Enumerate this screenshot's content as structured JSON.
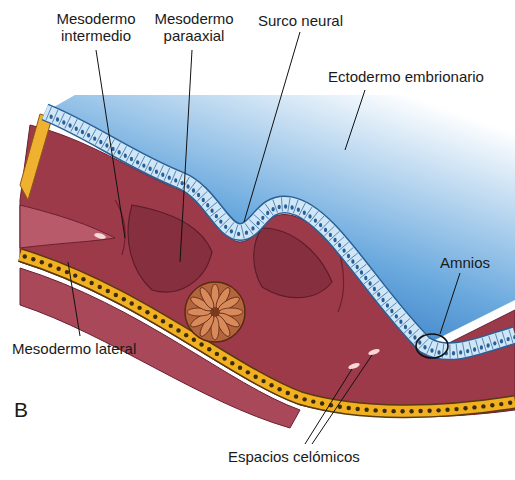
{
  "diagram": {
    "labels": [
      "Mesodermo intermedio",
      "Mesodermo paraaxial",
      "Surco neural",
      "Ectodermo embrionario",
      "Amnios",
      "Mesodermo lateral",
      "B",
      "Espacios celómicos"
    ]
  }
}
